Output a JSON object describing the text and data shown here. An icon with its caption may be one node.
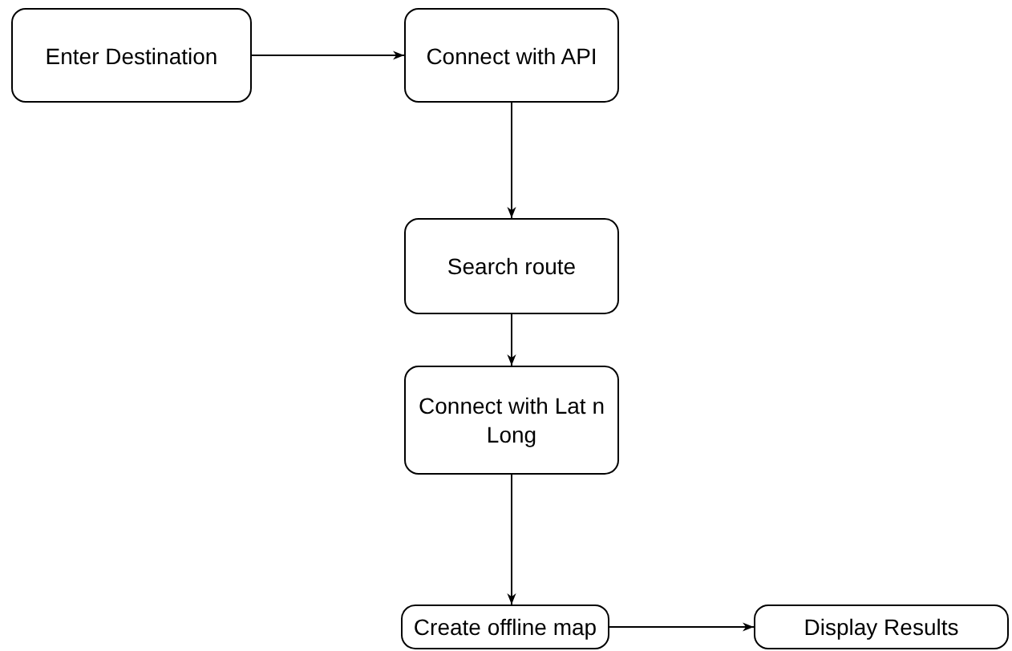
{
  "diagram": {
    "nodes": [
      {
        "text": [
          "Enter Destination"
        ]
      },
      {
        "text": [
          "Connect with API"
        ]
      },
      {
        "text": [
          "Search route"
        ]
      },
      {
        "text": [
          "Connect with Lat n Long"
        ]
      },
      {
        "text": [
          "Create offline map"
        ]
      },
      {
        "text": [
          "Display Results"
        ]
      }
    ],
    "edges": [
      {
        "from": 0,
        "to": 1,
        "arrow": "to"
      },
      {
        "from": 1,
        "to": 2,
        "arrow": "to"
      },
      {
        "from": 2,
        "to": 3,
        "arrow": "to"
      },
      {
        "from": 3,
        "to": 4,
        "arrow": "to"
      },
      {
        "from": 4,
        "to": 5,
        "arrow": "to"
      }
    ]
  }
}
